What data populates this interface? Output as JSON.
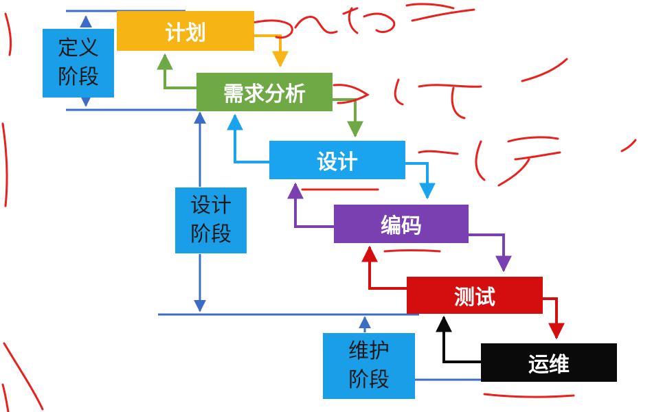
{
  "colors": {
    "plan": "#f6b514",
    "analysis": "#6ea945",
    "design": "#1aa3ee",
    "coding": "#7a3fb0",
    "testing": "#d40e0e",
    "maintenance": "#0a0a0a",
    "phase_box": "#1a9ee8",
    "guide_line": "#3b6cc6",
    "annotation": "#e8201e"
  },
  "stages": [
    {
      "id": "plan",
      "label": "计划"
    },
    {
      "id": "analysis",
      "label": "需求分析"
    },
    {
      "id": "design",
      "label": "设计"
    },
    {
      "id": "coding",
      "label": "编码"
    },
    {
      "id": "testing",
      "label": "测试"
    },
    {
      "id": "maintenance",
      "label": "运维"
    }
  ],
  "phases": [
    {
      "id": "define",
      "line1": "定义",
      "line2": "阶段"
    },
    {
      "id": "design",
      "line1": "设计",
      "line2": "阶段"
    },
    {
      "id": "maintain",
      "line1": "维护",
      "line2": "阶段"
    }
  ]
}
